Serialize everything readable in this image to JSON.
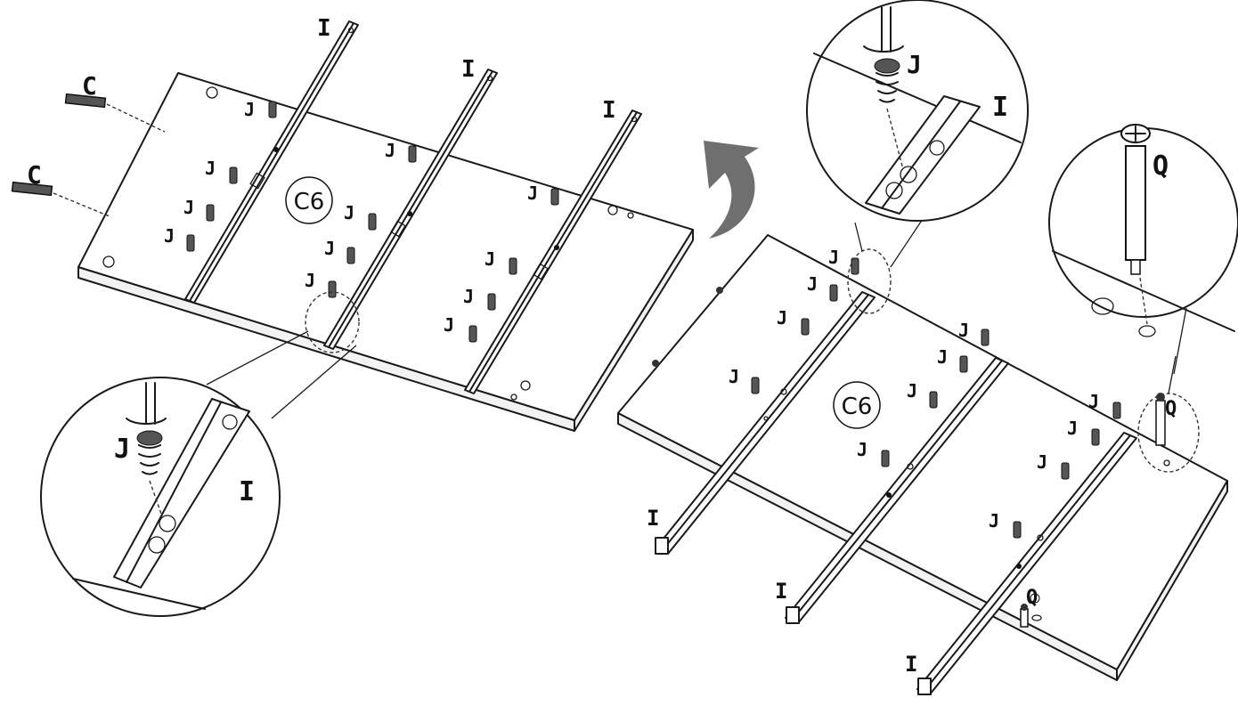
{
  "labels": {
    "rail": "I",
    "screw": "J",
    "dowel": "C",
    "pin": "Q",
    "panel": "C6"
  },
  "colors": {
    "arrow": "#6f6f6f",
    "line": "#1a1a1a"
  }
}
